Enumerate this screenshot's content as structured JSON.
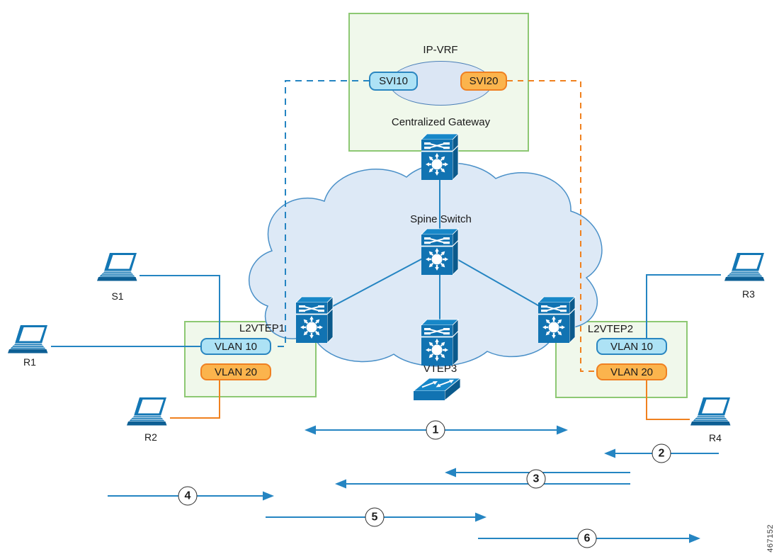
{
  "gateway": {
    "vrf_label": "IP-VRF",
    "svi10": "SVI10",
    "svi20": "SVI20",
    "caption": "Centralized Gateway"
  },
  "cloud": {
    "spine_label": "Spine Switch",
    "vtep3_label": "VTEP3"
  },
  "sites": {
    "left": {
      "name": "L2VTEP1",
      "vlan10": "VLAN 10",
      "vlan20": "VLAN 20"
    },
    "right": {
      "name": "L2VTEP2",
      "vlan10": "VLAN 10",
      "vlan20": "VLAN 20"
    }
  },
  "hosts": {
    "s1": "S1",
    "r1": "R1",
    "r2": "R2",
    "r3": "R3",
    "r4": "R4"
  },
  "steps": [
    "1",
    "2",
    "3",
    "4",
    "5",
    "6"
  ],
  "figure_id": "467152",
  "colors": {
    "line_blue": "#2585c2",
    "line_orange": "#f0811f",
    "switch_blue": "#1173b2",
    "vlan10_fill": "#ade2f5",
    "vlan20_fill": "#fbb44d",
    "site_box_fill": "#f0f8eb",
    "site_box_border": "#8dc873",
    "cloud_fill": "#dde9f6",
    "cloud_border": "#4a90c8",
    "ellipse_fill": "#dbe6f4"
  }
}
